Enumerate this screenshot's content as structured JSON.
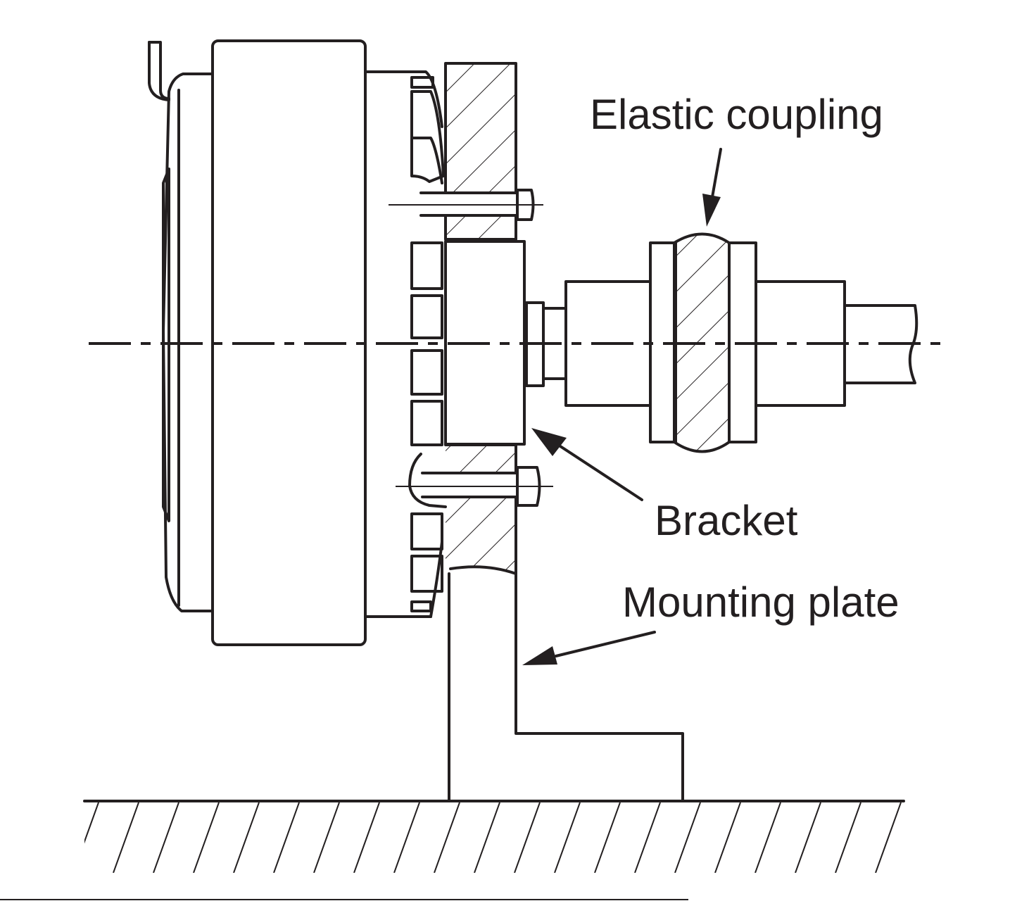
{
  "diagram": {
    "title": "",
    "labels": {
      "elastic_coupling": "Elastic coupling",
      "bracket": "Bracket",
      "mounting_plate": "Mounting plate"
    },
    "components": [
      "motor",
      "cooling-fan",
      "bolts",
      "bracket",
      "mounting-plate",
      "elastic-coupling",
      "shaft",
      "ground"
    ],
    "colors": {
      "line": "#231f20",
      "background": "#ffffff"
    }
  }
}
